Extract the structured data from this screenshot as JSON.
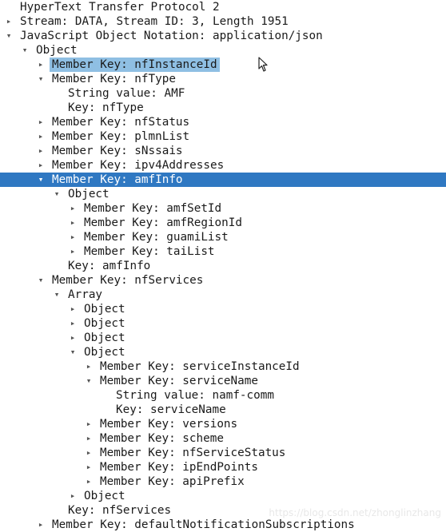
{
  "window": {
    "title": "Wireshark packet details"
  },
  "rows": [
    {
      "indent": 0,
      "toggle": "none",
      "text": "HyperText Transfer Protocol 2"
    },
    {
      "indent": 0,
      "toggle": "collapsed",
      "text": "Stream: DATA, Stream ID: 3, Length 1951"
    },
    {
      "indent": 0,
      "toggle": "expanded",
      "text": "JavaScript Object Notation: application/json"
    },
    {
      "indent": 1,
      "toggle": "expanded",
      "text": "Object"
    },
    {
      "indent": 2,
      "toggle": "collapsed",
      "text": "Member Key: nfInstanceId",
      "state": "hover"
    },
    {
      "indent": 2,
      "toggle": "expanded",
      "text": "Member Key: nfType"
    },
    {
      "indent": 3,
      "toggle": "none",
      "text": "String value: AMF"
    },
    {
      "indent": 3,
      "toggle": "none",
      "text": "Key: nfType"
    },
    {
      "indent": 2,
      "toggle": "collapsed",
      "text": "Member Key: nfStatus"
    },
    {
      "indent": 2,
      "toggle": "collapsed",
      "text": "Member Key: plmnList"
    },
    {
      "indent": 2,
      "toggle": "collapsed",
      "text": "Member Key: sNssais"
    },
    {
      "indent": 2,
      "toggle": "collapsed",
      "text": "Member Key: ipv4Addresses"
    },
    {
      "indent": 2,
      "toggle": "expanded",
      "text": "Member Key: amfInfo",
      "state": "selected"
    },
    {
      "indent": 3,
      "toggle": "expanded",
      "text": "Object"
    },
    {
      "indent": 4,
      "toggle": "collapsed",
      "text": "Member Key: amfSetId"
    },
    {
      "indent": 4,
      "toggle": "collapsed",
      "text": "Member Key: amfRegionId"
    },
    {
      "indent": 4,
      "toggle": "collapsed",
      "text": "Member Key: guamiList"
    },
    {
      "indent": 4,
      "toggle": "collapsed",
      "text": "Member Key: taiList"
    },
    {
      "indent": 3,
      "toggle": "none",
      "text": "Key: amfInfo"
    },
    {
      "indent": 2,
      "toggle": "expanded",
      "text": "Member Key: nfServices"
    },
    {
      "indent": 3,
      "toggle": "expanded",
      "text": "Array"
    },
    {
      "indent": 4,
      "toggle": "collapsed",
      "text": "Object"
    },
    {
      "indent": 4,
      "toggle": "collapsed",
      "text": "Object"
    },
    {
      "indent": 4,
      "toggle": "collapsed",
      "text": "Object"
    },
    {
      "indent": 4,
      "toggle": "expanded",
      "text": "Object"
    },
    {
      "indent": 5,
      "toggle": "collapsed",
      "text": "Member Key: serviceInstanceId"
    },
    {
      "indent": 5,
      "toggle": "expanded",
      "text": "Member Key: serviceName"
    },
    {
      "indent": 6,
      "toggle": "none",
      "text": "String value: namf-comm"
    },
    {
      "indent": 6,
      "toggle": "none",
      "text": "Key: serviceName"
    },
    {
      "indent": 5,
      "toggle": "collapsed",
      "text": "Member Key: versions"
    },
    {
      "indent": 5,
      "toggle": "collapsed",
      "text": "Member Key: scheme"
    },
    {
      "indent": 5,
      "toggle": "collapsed",
      "text": "Member Key: nfServiceStatus"
    },
    {
      "indent": 5,
      "toggle": "collapsed",
      "text": "Member Key: ipEndPoints"
    },
    {
      "indent": 5,
      "toggle": "collapsed",
      "text": "Member Key: apiPrefix"
    },
    {
      "indent": 4,
      "toggle": "collapsed",
      "text": "Object"
    },
    {
      "indent": 3,
      "toggle": "none",
      "text": "Key: nfServices"
    },
    {
      "indent": 2,
      "toggle": "collapsed",
      "text": "Member Key: defaultNotificationSubscriptions"
    }
  ],
  "icons": {
    "expanded": "triangle-down-icon",
    "collapsed": "triangle-right-icon"
  },
  "colors": {
    "selected_row": "#2f78c2",
    "hover_row": "#8fbfe3"
  },
  "watermark": "https://blog.csdn.net/zhonglinzhang"
}
